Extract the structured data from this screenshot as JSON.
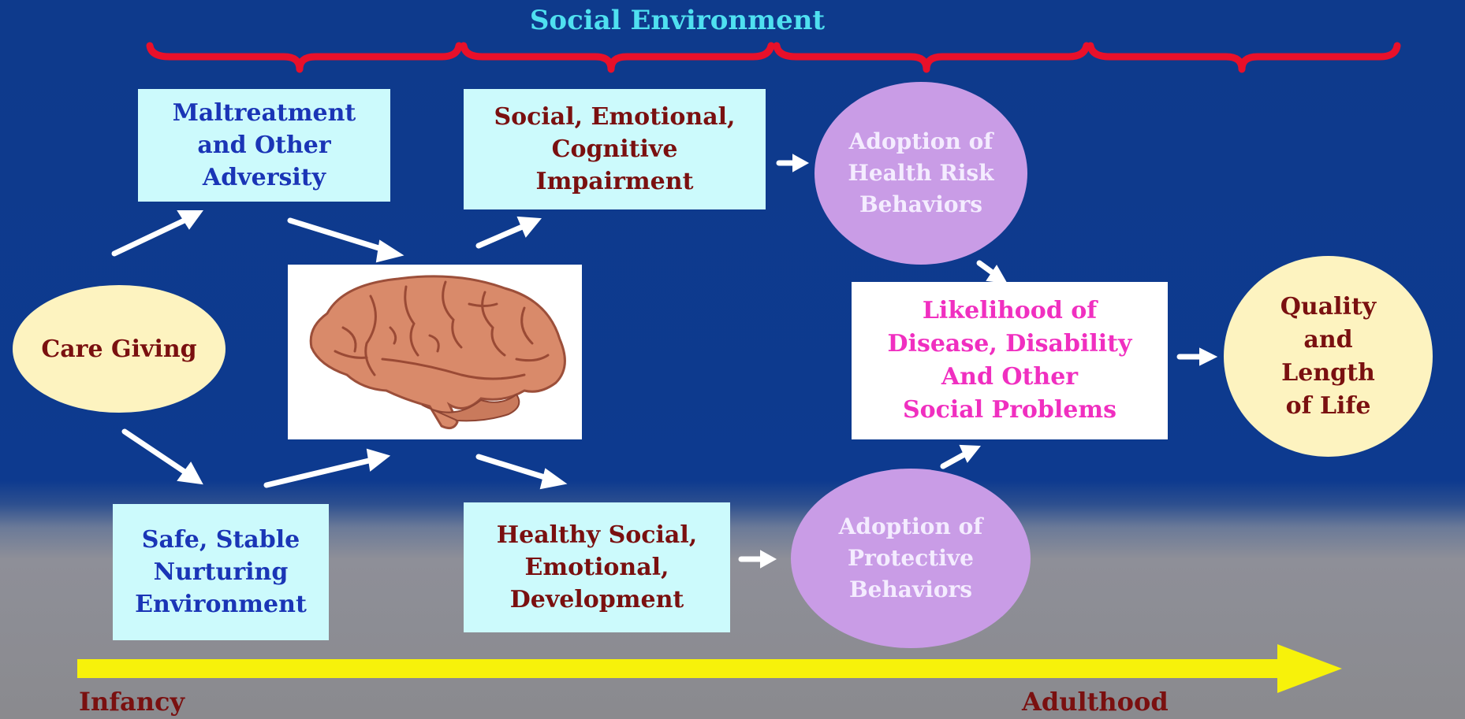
{
  "header": {
    "title": "Social Environment"
  },
  "nodes": {
    "care_giving": "Care Giving",
    "maltreatment": "Maltreatment\nand Other\nAdversity",
    "safe_stable": "Safe, Stable\nNurturing\nEnvironment",
    "impairment": "Social, Emotional,\nCognitive\nImpairment",
    "healthy_dev": "Healthy Social,\nEmotional,\nDevelopment",
    "risk_behaviors": "Adoption of\nHealth Risk\nBehaviors",
    "protective_behaviors": "Adoption of\nProtective\nBehaviors",
    "likelihood": "Likelihood of\nDisease, Disability\nAnd Other\nSocial Problems",
    "quality": "Quality\nand\nLength\nof Life"
  },
  "timeline": {
    "start_label": "Infancy",
    "end_label": "Adulthood"
  },
  "colors": {
    "background_top": "#0e3a8c",
    "background_bottom": "#8a8a8e",
    "brace": "#e8102a",
    "timeline_arrow": "#f7f20a",
    "title": "#4fe0f0"
  },
  "image": {
    "icon": "brain-image"
  }
}
